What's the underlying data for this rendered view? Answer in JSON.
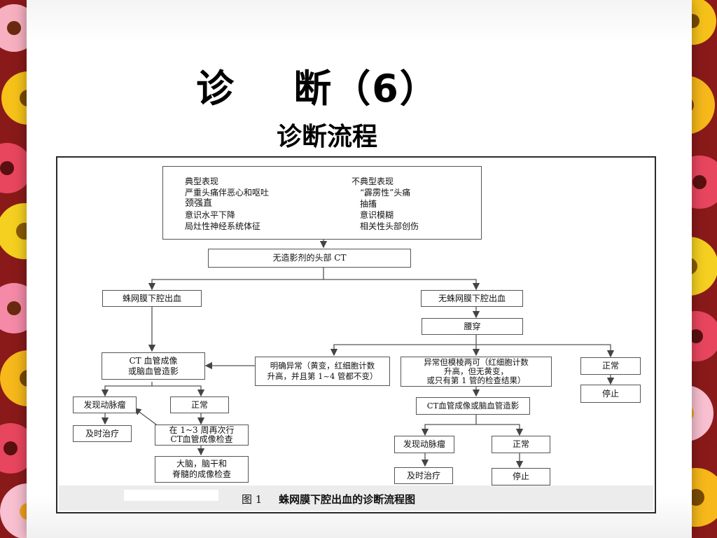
{
  "slide": {
    "title": "诊    断（6）",
    "subtitle": "诊断流程"
  },
  "flowchart": {
    "top_box": {
      "typical_header": "典型表现",
      "typical_items": [
        "严重头痛伴恶心和呕吐",
        "颈强直",
        "意识水平下降",
        "局灶性神经系统体征"
      ],
      "atypical_header": "不典型表现",
      "atypical_items": [
        "“霹雳性”头痛",
        "抽搐",
        "意识模糊",
        "相关性头部创伤"
      ]
    },
    "nodes": {
      "ct": "无造影剂的头部 CT",
      "sah": "蛛网膜下腔出血",
      "no_sah": "无蛛网膜下腔出血",
      "lumbar": "腰穿",
      "cta_left": "CT 血管成像\n或脑血管造影",
      "clear_abnormal": "明确异常（黄变，红细胞计数\n升高，并且第 1~4 管都不变）",
      "ambiguous": "异常但模棱两可（红细胞计数\n升高，但无黄变，\n或只有第 1 管的检查结果）",
      "normal_lp": "正常",
      "stop_lp": "停止",
      "cta_right": "CT血管成像或脑血管造影",
      "aneurysm_left": "发现动脉瘤",
      "normal_left": "正常",
      "treat_left": "及时治疗",
      "repeat_cta": "在 1~3 周再次行\nCT血管成像检查",
      "mri": "大脑，脑干和\n脊髓的成像检查",
      "aneurysm_right": "发现动脉瘤",
      "normal_right": "正常",
      "treat_right": "及时治疗",
      "stop_right": "停止"
    },
    "caption_label": "图 1",
    "caption_text": "蛛网膜下腔出血的诊断流程图"
  }
}
